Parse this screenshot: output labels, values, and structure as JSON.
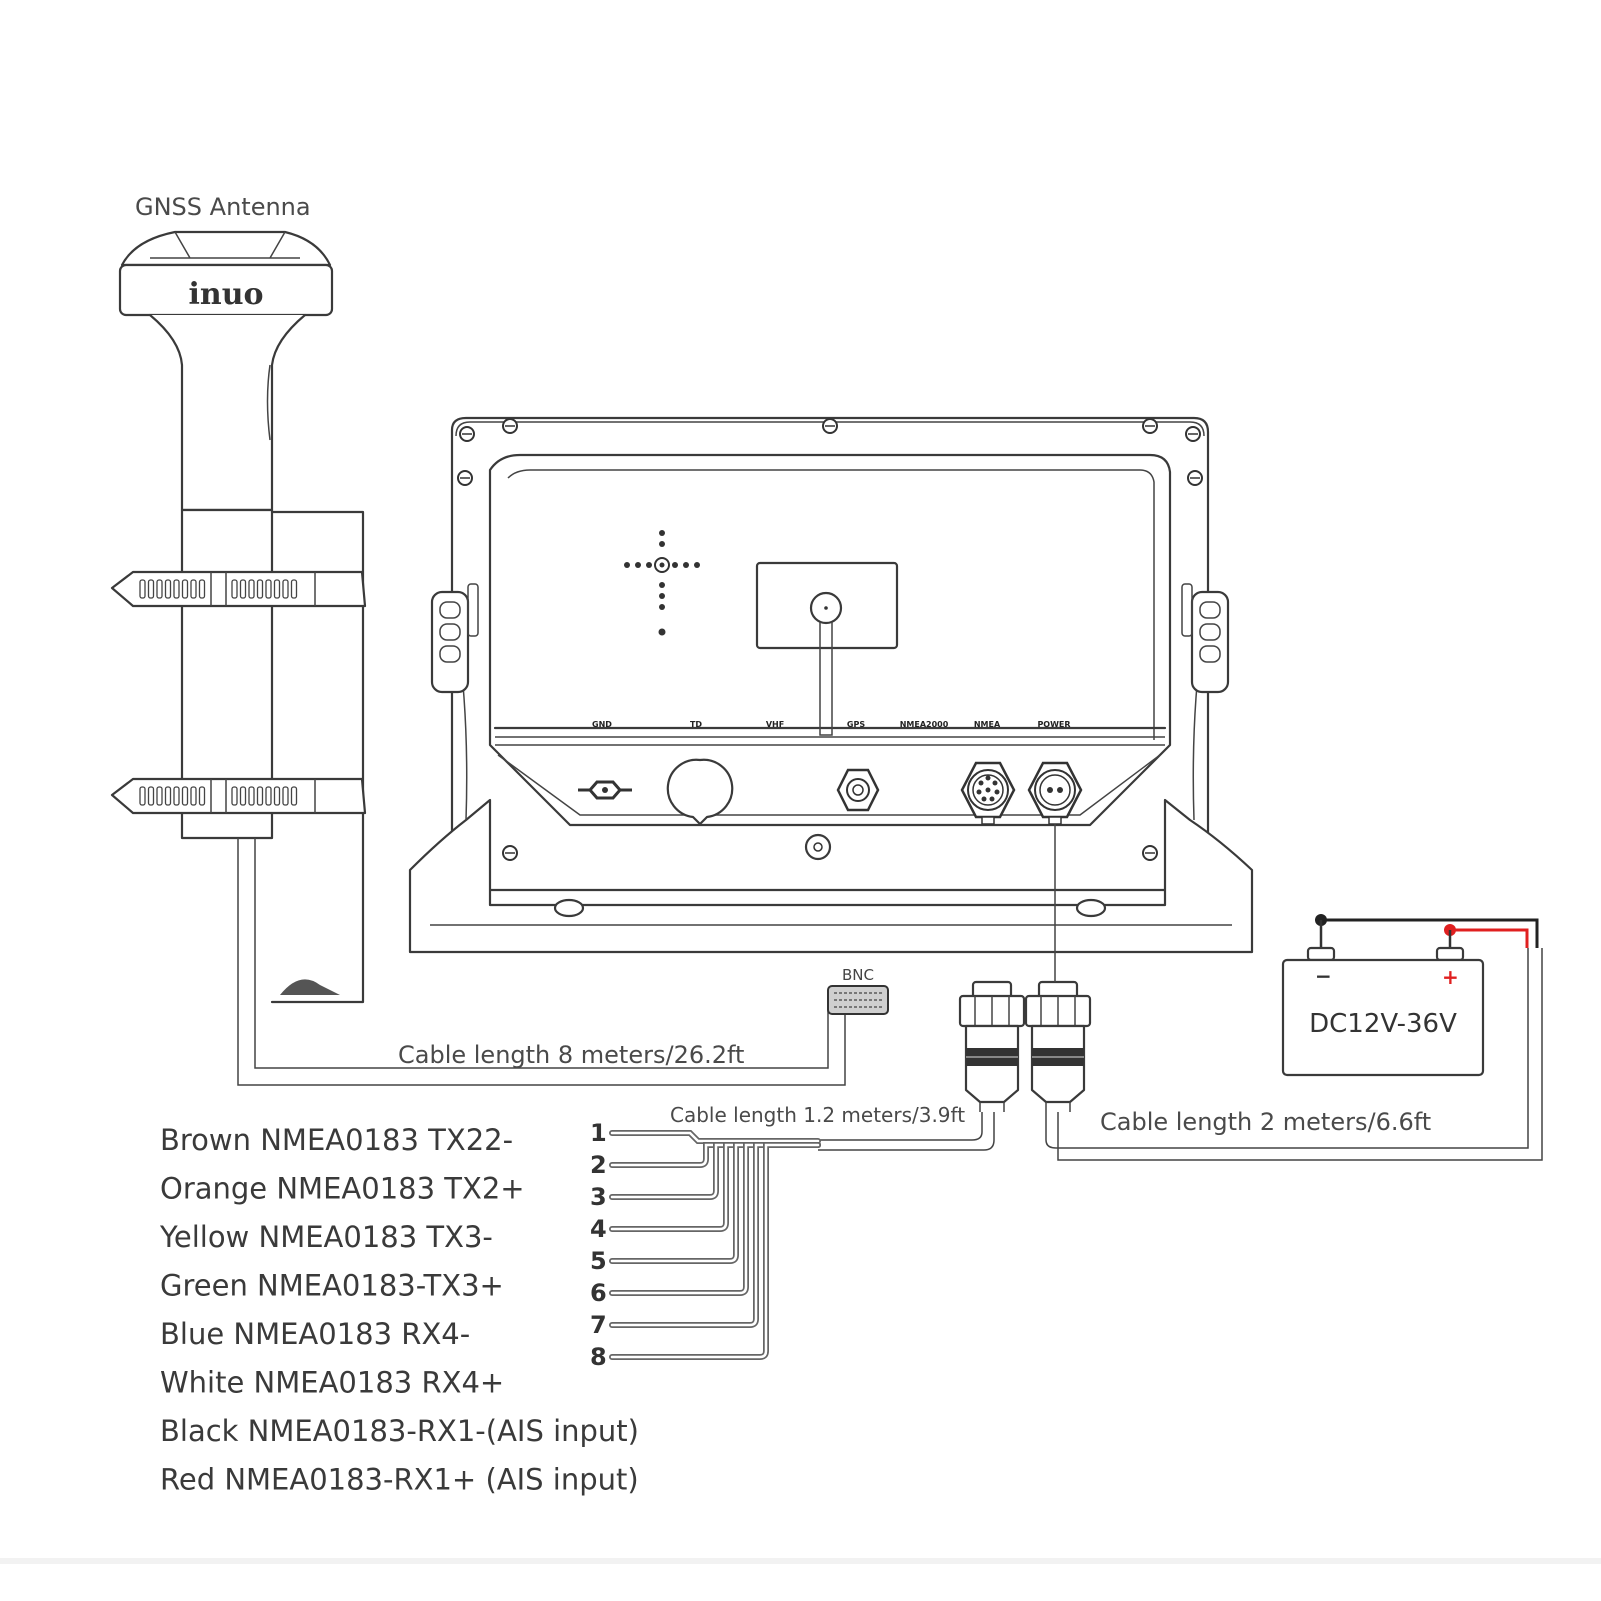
{
  "antenna": {
    "title": "GNSS Antenna",
    "brand": "inuo"
  },
  "device": {
    "ports": [
      {
        "id": "gnd",
        "label": "GND"
      },
      {
        "id": "td",
        "label": "TD"
      },
      {
        "id": "vhf",
        "label": "VHF"
      },
      {
        "id": "gps",
        "label": "GPS"
      },
      {
        "id": "nmea2000",
        "label": "NMEA2000"
      },
      {
        "id": "nmea",
        "label": "NMEA"
      },
      {
        "id": "power",
        "label": "POWER"
      }
    ]
  },
  "connectors": {
    "bnc_label": "BNC"
  },
  "cables": {
    "antenna_cable": "Cable length 8 meters/26.2ft",
    "nmea_cable": "Cable length 1.2 meters/3.9ft",
    "power_cable": "Cable length 2 meters/6.6ft"
  },
  "battery": {
    "label": "DC12V-36V",
    "negative_symbol": "−",
    "positive_symbol": "+",
    "positive_color": "#e02020",
    "negative_color": "#222222"
  },
  "wires": [
    {
      "num": "1",
      "legend": "Brown NMEA0183 TX22-"
    },
    {
      "num": "2",
      "legend": "Orange NMEA0183 TX2+"
    },
    {
      "num": "3",
      "legend": "Yellow NMEA0183 TX3-"
    },
    {
      "num": "4",
      "legend": "Green NMEA0183-TX3+"
    },
    {
      "num": "5",
      "legend": "Blue NMEA0183 RX4-"
    },
    {
      "num": "6",
      "legend": "White NMEA0183 RX4+"
    },
    {
      "num": "7",
      "legend": "Black NMEA0183-RX1-(AIS input)"
    },
    {
      "num": "8",
      "legend": "Red NMEA0183-RX1+ (AIS input)"
    }
  ]
}
